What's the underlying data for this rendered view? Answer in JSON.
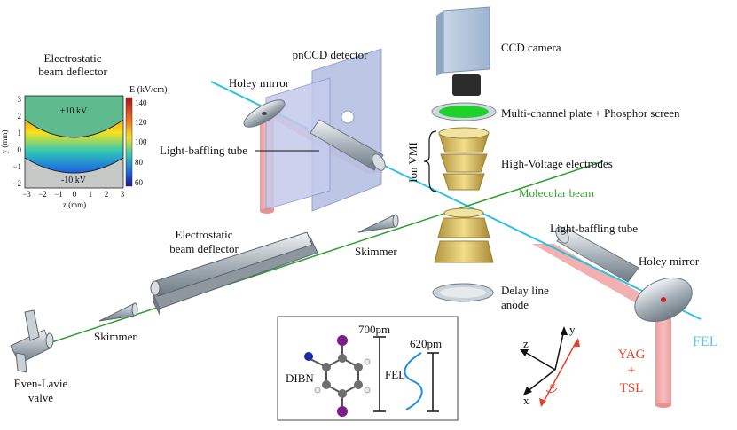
{
  "labels": {
    "inset_title_line1": "Electrostatic",
    "inset_title_line2": "beam deflector",
    "colorbar_title": "E (kV/cm)",
    "colorbar_ticks": [
      "140",
      "120",
      "100",
      "80",
      "60"
    ],
    "inset_top_voltage": "+10 kV",
    "inset_bottom_voltage": "-10 kV",
    "inset_ylabel": "y (mm)",
    "inset_xlabel": "z (mm)",
    "inset_yticks": [
      "3",
      "2",
      "1",
      "0",
      "−1",
      "−2"
    ],
    "inset_xticks": [
      "−3",
      "−2",
      "−1",
      "0",
      "1",
      "2",
      "3"
    ],
    "pnccd": "pnCCD detector",
    "ccd_camera": "CCD camera",
    "holey_mirror_left": "Holey mirror",
    "mcp": "Multi-channel plate + Phosphor screen",
    "light_baffling_left": "Light-baffling tube",
    "ion_vmi": "Ion VMI",
    "hv_electrodes": "High-Voltage electrodes",
    "molecular_beam": "Molecular beam",
    "light_baffling_right": "Light-baffling tube",
    "deflector_line1": "Electrostatic",
    "deflector_line2": "beam deflector",
    "skimmer_top": "Skimmer",
    "skimmer_bottom": "Skimmer",
    "holey_mirror_right": "Holey mirror",
    "delay_line_1": "Delay line",
    "delay_line_2": "anode",
    "valve_1": "Even-Lavie",
    "valve_2": "valve",
    "dibn": "DIBN",
    "fel_inset": "FEL",
    "size_700": "700pm",
    "size_620": "620pm",
    "axis_y": "y",
    "axis_z": "z",
    "axis_x": "x",
    "axis_alpha": "α",
    "yag": "YAG",
    "plus": "+",
    "tsl": "TSL",
    "fel_beam": "FEL"
  },
  "colors": {
    "fel_beam": "#29c3e0",
    "molecular_beam": "#2e9e2e",
    "laser": "#f08f8f",
    "yag_text": "#e8402a",
    "fel_text": "#5bc8e8",
    "electrode_gold": "#e6c96a",
    "phosphor_green": "#1fd12a"
  }
}
